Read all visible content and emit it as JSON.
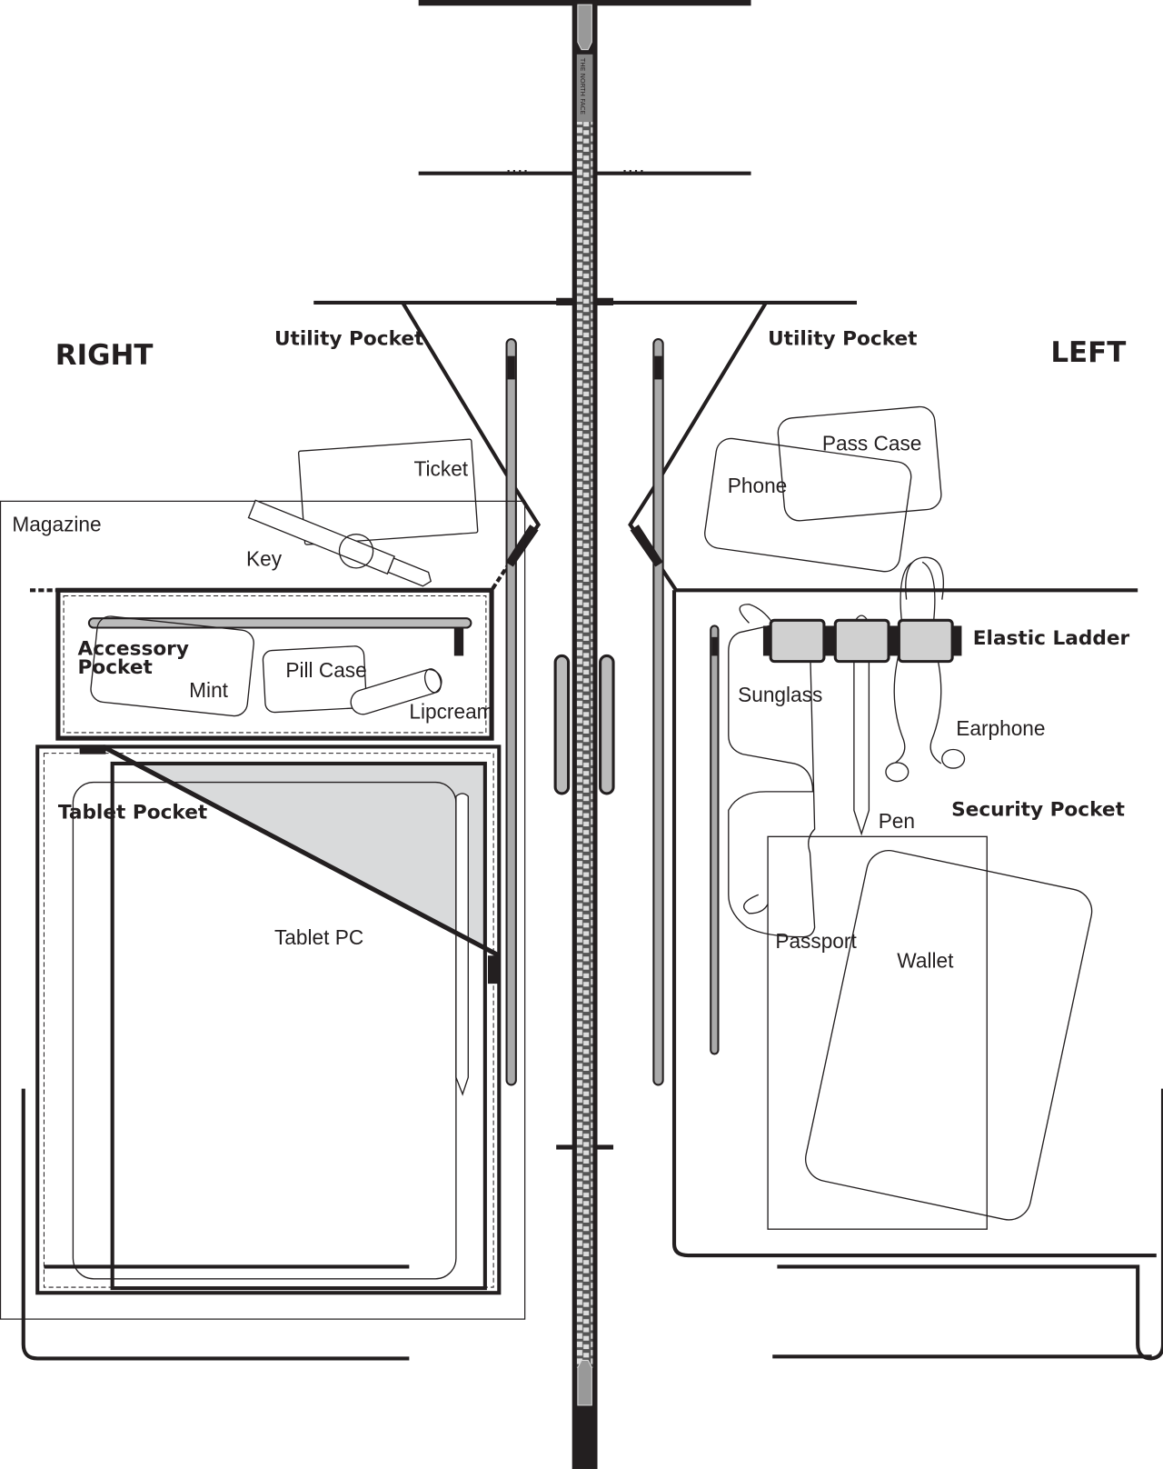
{
  "sides": {
    "right": "RIGHT",
    "left": "LEFT"
  },
  "zipper": {
    "brand": "THE NORTH FACE",
    "dots_left": "....",
    "dots_right": "...."
  },
  "pockets": {
    "utility_right": "Utility Pocket",
    "utility_left": "Utility Pocket",
    "accessory_line1": "Accessory",
    "accessory_line2": "Pocket",
    "tablet": "Tablet Pocket",
    "elastic_ladder": "Elastic Ladder",
    "security": "Security Pocket"
  },
  "items": {
    "ticket": "Ticket",
    "magazine": "Magazine",
    "key": "Key",
    "mint": "Mint",
    "pill_case": "Pill Case",
    "lipcream": "Lipcream",
    "tablet_pc": "Tablet PC",
    "pass_case": "Pass Case",
    "phone": "Phone",
    "sunglass": "Sunglass",
    "earphone": "Earphone",
    "pen": "Pen",
    "passport": "Passport",
    "wallet": "Wallet"
  },
  "colors": {
    "ink": "#231f20",
    "gray": "#d9dadb",
    "zipper": "#9a9a9a"
  }
}
